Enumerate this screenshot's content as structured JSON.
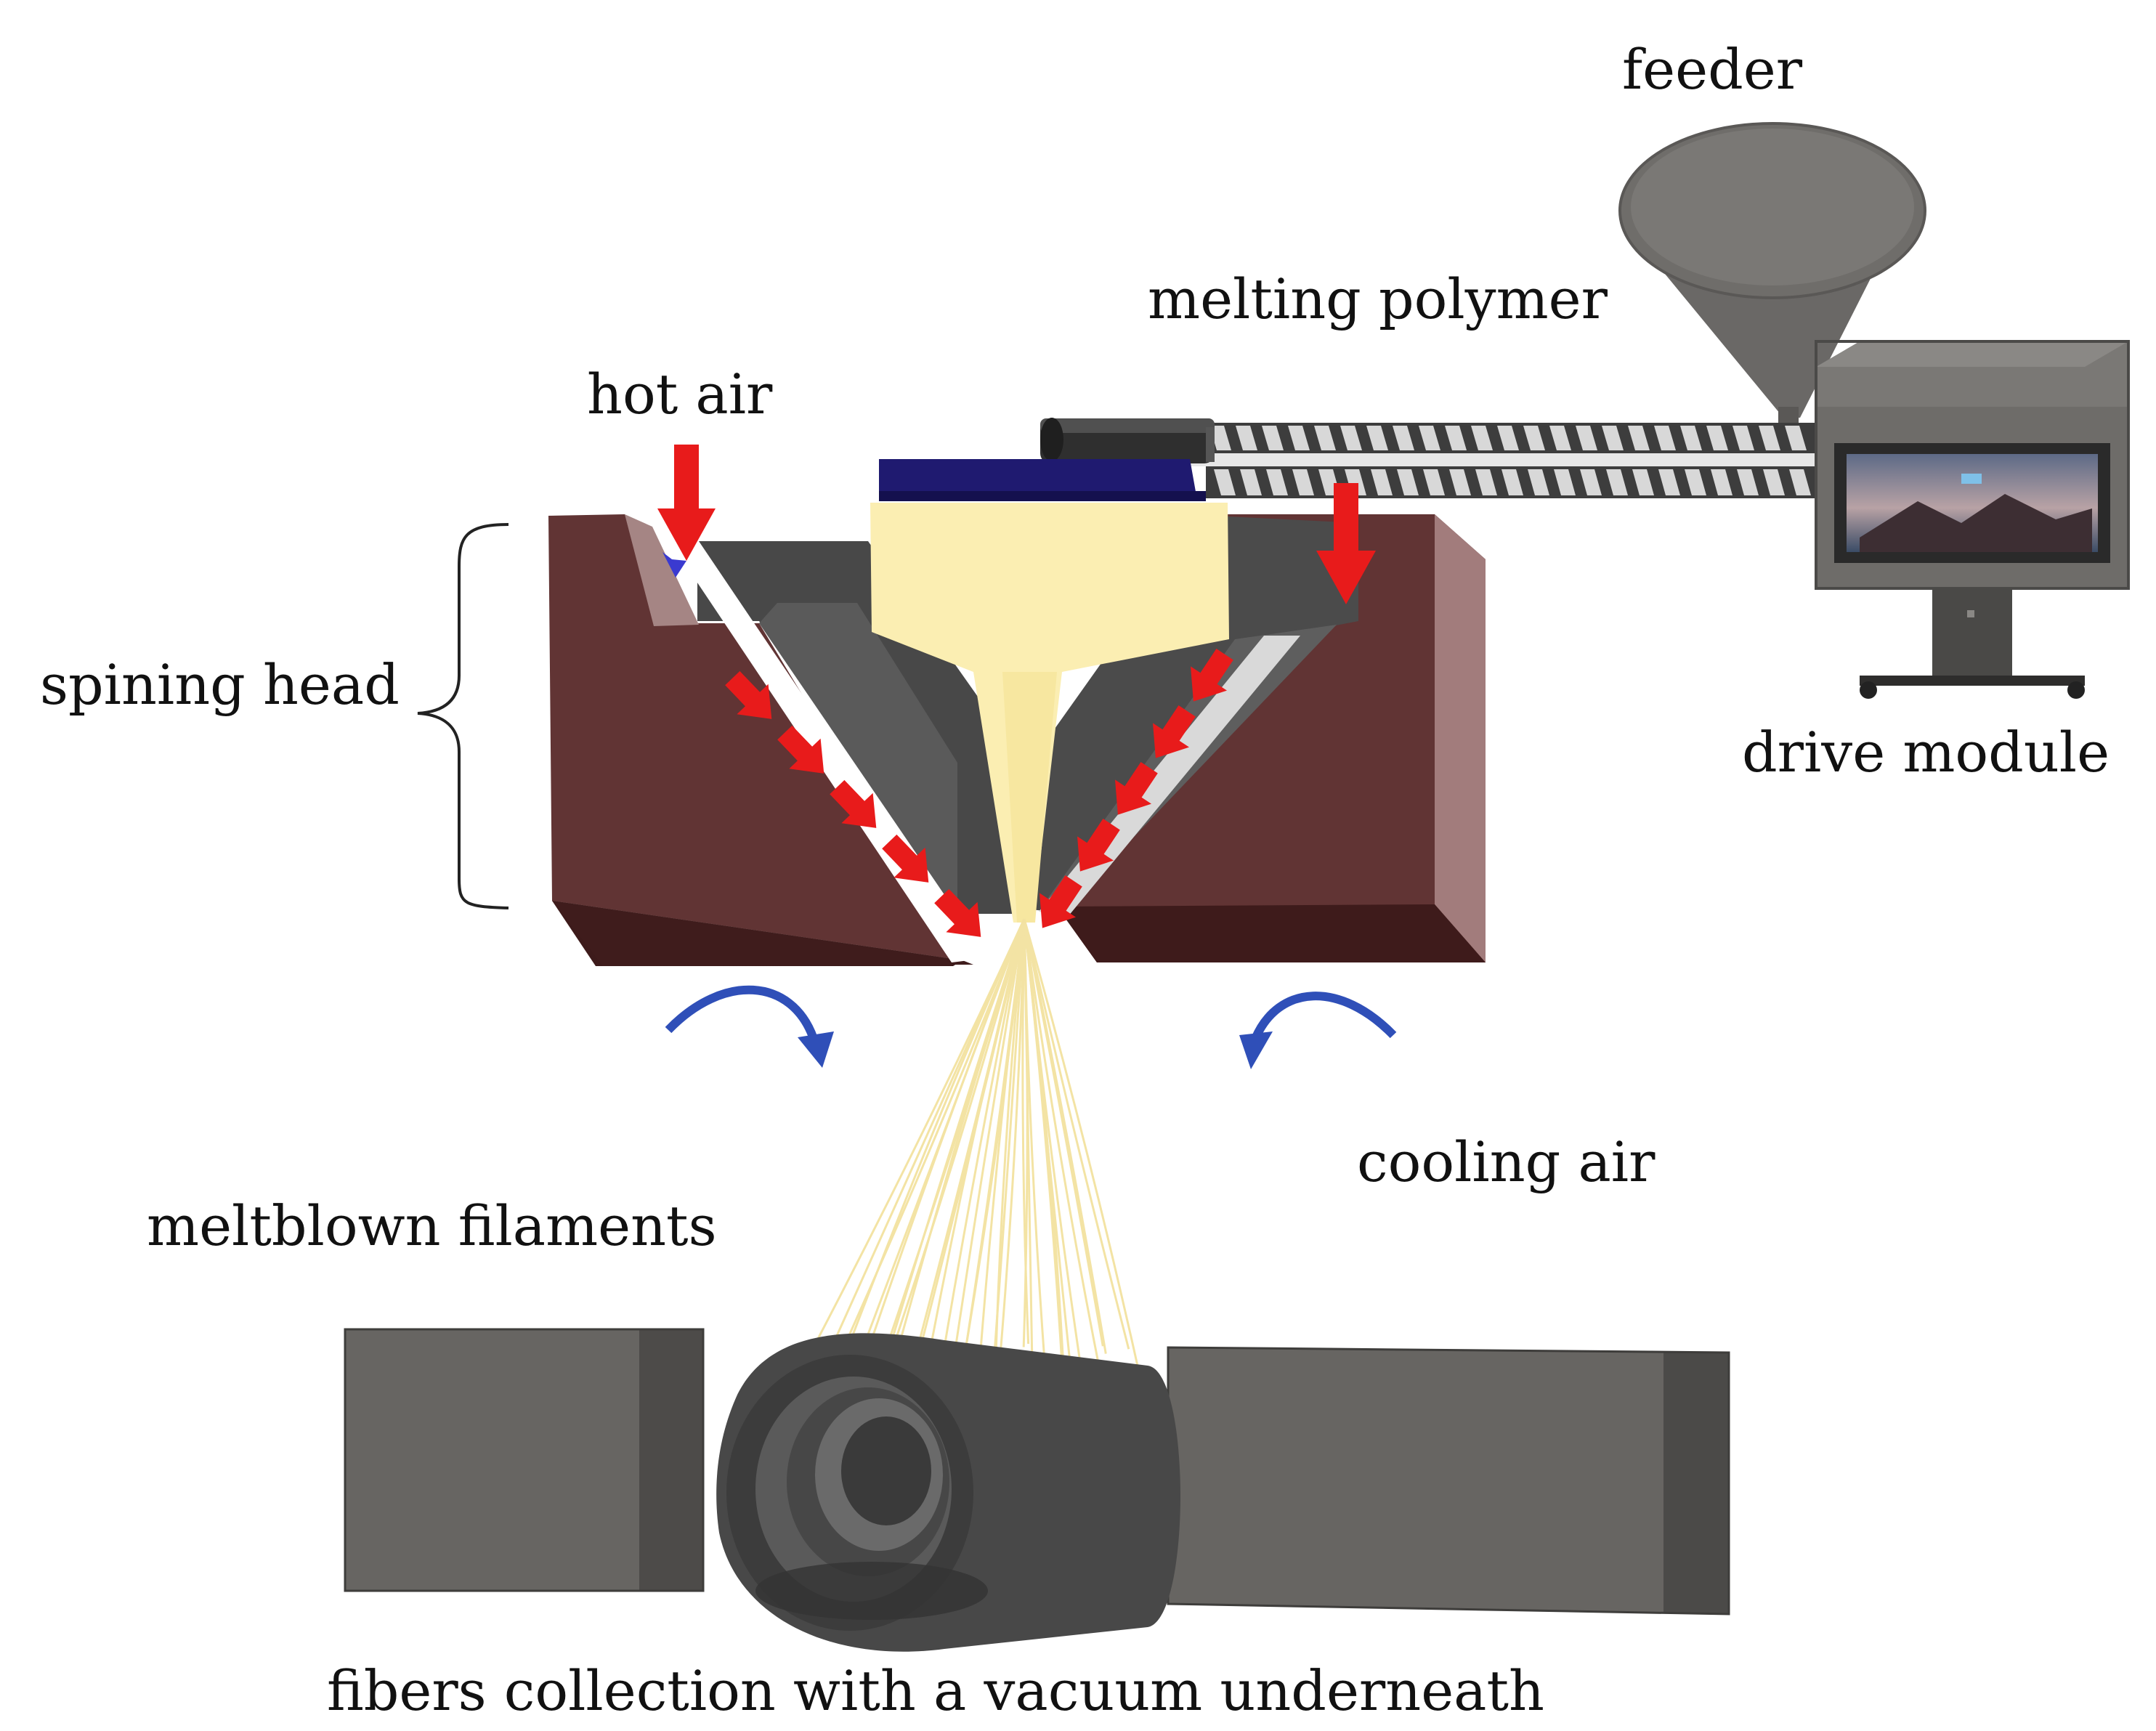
{
  "labels": {
    "feeder": "feeder",
    "melting_polymer": "melting polymer",
    "hot_air": "hot air",
    "spining_head": "spining head",
    "drive_module": "drive module",
    "cooling_air": "cooling air",
    "meltblown_filaments": "meltblown filaments",
    "fibers_collection": "fibers collection with a vacuum underneath"
  },
  "colors": {
    "die_body": "#5f3434",
    "die_bottom": "#3f1b1b",
    "die_side": "#a07c7c",
    "dark_gray": "#4a4a4a",
    "machine_gray": "#6e6c69",
    "polymer": "#fbeeb2",
    "hot_air_arrow": "#e81b1b",
    "cooling_arrow": "#2f4fb8",
    "screw_band": "#3f3f3f",
    "screw_flight": "#d8d8d8",
    "plate_blue": "#1e1a6e"
  }
}
